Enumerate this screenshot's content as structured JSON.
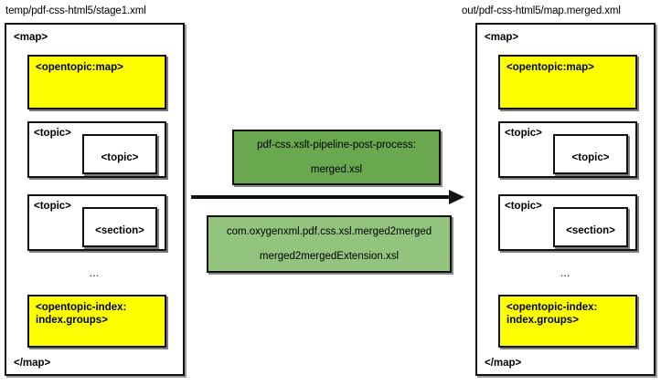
{
  "diagram": {
    "title_left": "temp/pdf-css-html5/stage1.xml",
    "title_right": "out/pdf-css-html5/map.merged.xml",
    "colors": {
      "yellow_box": "#ffff00",
      "green_dark": "#6aa84f",
      "green_light": "#93c47d",
      "stroke": "#111111",
      "background": "#ffffff"
    },
    "left_panel": {
      "open_tag": "<map>",
      "close_tag": "</map>",
      "opentopic_map": "<opentopic:map>",
      "topic_1": {
        "outer": "<topic>",
        "inner": "<topic>"
      },
      "topic_2": {
        "outer": "<topic>",
        "inner": "<section>"
      },
      "ellipsis": "...",
      "index_line_1": "<opentopic-index:",
      "index_line_2": "index.groups>"
    },
    "right_panel": {
      "open_tag": "<map>",
      "close_tag": "</map>",
      "opentopic_map": "<opentopic:map>",
      "topic_1": {
        "outer": "<topic>",
        "inner": "<topic>"
      },
      "topic_2": {
        "outer": "<topic>",
        "inner": "<section>"
      },
      "ellipsis": "...",
      "index_line_1": "<opentopic-index:",
      "index_line_2": "index.groups>"
    },
    "transform_top": {
      "line_1": "pdf-css.xslt-pipeline-post-process:",
      "line_2": "merged.xsl"
    },
    "transform_bottom": {
      "line_1": "com.oxygenxml.pdf.css.xsl.merged2merged",
      "line_2": "merged2mergedExtension.xsl"
    },
    "arrow": {
      "direction": "left-to-right"
    }
  }
}
